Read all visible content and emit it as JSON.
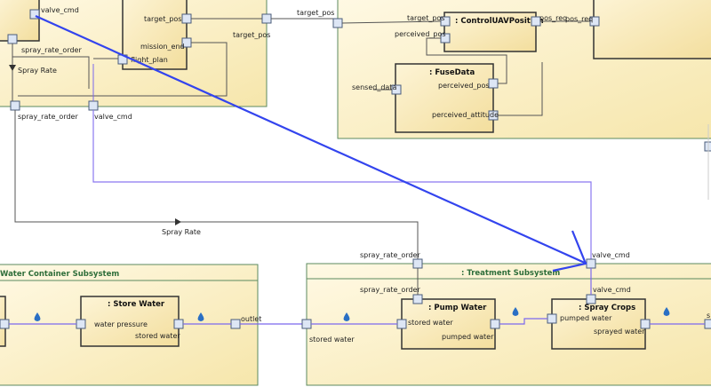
{
  "colors": {
    "canvas_bg": "#ffffff",
    "system_fill": "#fdf6dc",
    "system_fill_dark": "#f6e8b0",
    "system_border": "#5b8a5f",
    "subsystem_title_color": "#2e6e3a",
    "block_fill": "#fbeec2",
    "block_border": "#333333",
    "port_fill": "#dde6f5",
    "port_border": "#4a5c7a",
    "flow_line": "#7b68ee",
    "signal_line": "#555555",
    "annotation_arrow": "#3344ee",
    "droplet": "#2a6fc4"
  },
  "top_left": {
    "port_valve_cmd_top": "valve_cmd",
    "port_target_pos": "target_pos",
    "port_mission_end": "mission_end",
    "port_flight_plan": "flight_plan",
    "label_spray_rate_order": "spray_rate_order",
    "label_spray_rate": "Spray Rate",
    "port_spray_rate_order_bottom": "spray_rate_order",
    "port_valve_cmd_bottom": "valve_cmd"
  },
  "top_right": {
    "link_target_pos": "target_pos",
    "port_target_pos_in": "target_pos",
    "port_target_pos_ctrl": "target_pos",
    "port_perceived_pos_ctrl": "perceived_pos",
    "control_block_title": ": ControlUAVPosition",
    "port_pos_req_out": "pos_req",
    "port_pos_req_in": "pos_req",
    "fuse_block_title": ": FuseData",
    "port_sensed_data": "sensed_data",
    "port_perceived_pos_fuse": "perceived_pos",
    "port_perceived_attitude": "perceived_attitude"
  },
  "middle": {
    "label_spray_rate": "Spray Rate"
  },
  "water_container": {
    "title": "Water Container Subsystem",
    "block_title": ": Store Water",
    "port_water_pressure": "water pressure",
    "port_stored_water": "stored water",
    "port_outlet": "outlet"
  },
  "treatment": {
    "title": ": Treatment Subsystem",
    "port_spray_rate_order_ext": "spray_rate_order",
    "port_valve_cmd_ext": "valve_cmd",
    "port_stored_water_ext": "stored water",
    "pump_block_title": ": Pump Water",
    "pump_spray_rate_order": "spray_rate_order",
    "pump_stored_water": "stored water",
    "pump_pumped_water": "pumped water",
    "spray_block_title": ": Spray Crops",
    "spray_valve_cmd": "valve_cmd",
    "spray_pumped_water": "pumped water",
    "spray_sprayed_water": "sprayed water",
    "port_right_edge": "s"
  }
}
